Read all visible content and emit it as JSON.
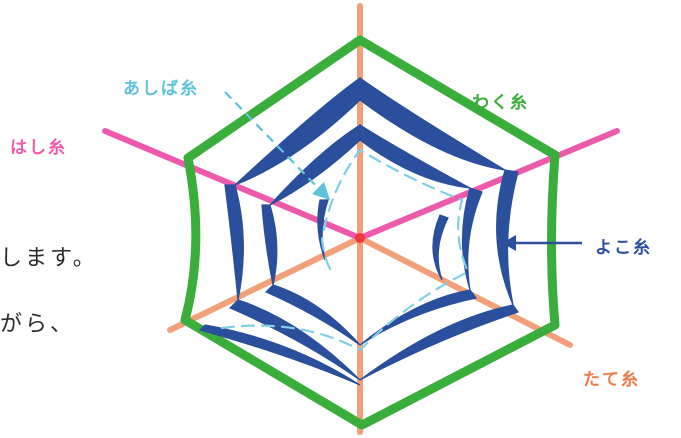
{
  "labels": {
    "ashiba": "あしば糸",
    "waku": "わく糸",
    "hashi": "はし糸",
    "yoko": "よこ糸",
    "tate": "たて糸"
  },
  "colors": {
    "ashiba": "#5ec3df",
    "waku": "#3aae3a",
    "hashi": "#ef5aab",
    "yoko": "#2a4f9c",
    "tate": "#f07a45"
  },
  "body_text": {
    "line1": "します。",
    "line2": "がら、"
  }
}
